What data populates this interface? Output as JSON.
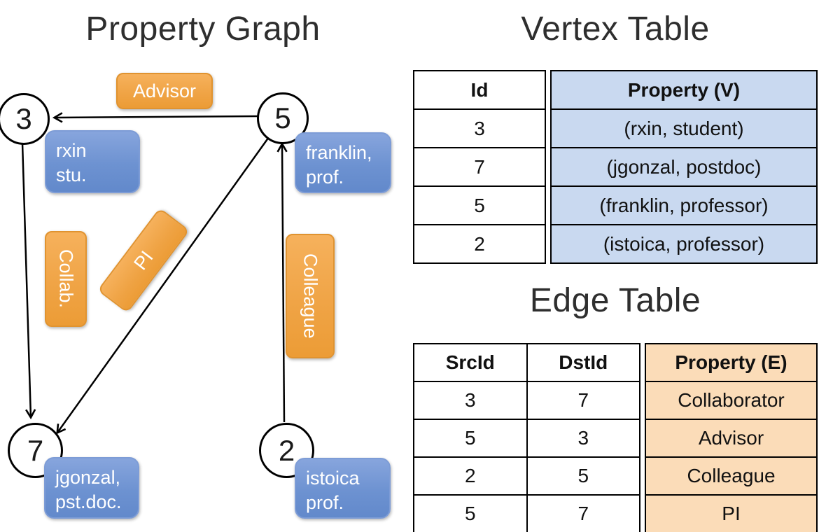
{
  "titles": {
    "graph": "Property Graph",
    "vertex_table": "Vertex Table",
    "edge_table": "Edge Table"
  },
  "graph": {
    "vertices": [
      {
        "id": "3",
        "line1": "rxin",
        "line2": "stu."
      },
      {
        "id": "5",
        "line1": "franklin,",
        "line2": "prof."
      },
      {
        "id": "7",
        "line1": "jgonzal,",
        "line2": "pst.doc."
      },
      {
        "id": "2",
        "line1": "istoica",
        "line2": "prof."
      }
    ],
    "edge_labels": {
      "advisor": "Advisor",
      "collab": "Collab.",
      "pi": "PI",
      "colleague": "Colleague"
    }
  },
  "vertex_table": {
    "headers": {
      "id": "Id",
      "property": "Property (V)"
    },
    "rows": [
      {
        "id": "3",
        "property": "(rxin, student)"
      },
      {
        "id": "7",
        "property": "(jgonzal, postdoc)"
      },
      {
        "id": "5",
        "property": "(franklin, professor)"
      },
      {
        "id": "2",
        "property": "(istoica, professor)"
      }
    ]
  },
  "edge_table": {
    "headers": {
      "src": "SrcId",
      "dst": "DstId",
      "property": "Property (E)"
    },
    "rows": [
      {
        "src": "3",
        "dst": "7",
        "property": "Collaborator"
      },
      {
        "src": "5",
        "dst": "3",
        "property": "Advisor"
      },
      {
        "src": "2",
        "dst": "5",
        "property": "Colleague"
      },
      {
        "src": "5",
        "dst": "7",
        "property": "PI"
      }
    ]
  },
  "colors": {
    "edge_label_orange": "#EFA344",
    "vertex_box_blue": "#6D92D1",
    "vertex_table_cell_bg": "#C9D9F0",
    "edge_table_cell_bg": "#FBDCB8"
  }
}
